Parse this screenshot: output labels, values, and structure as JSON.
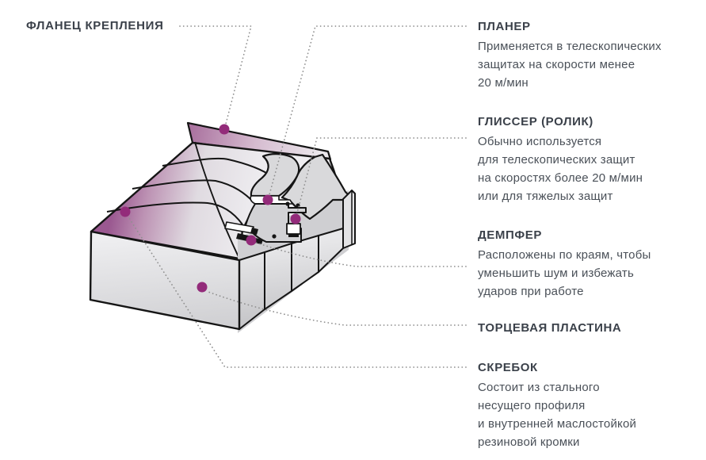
{
  "page": {
    "background": "#ffffff",
    "kind": "labeled technical diagram of a telescopic cover"
  },
  "colors": {
    "marker_dot": "#932b7a",
    "heading_text": "#3b414a",
    "body_text": "#4a5058",
    "leader_line": "#8f8f8f",
    "outline": "#151515",
    "purple_surface": "#9a5890",
    "flange_pink": "#aa729f"
  },
  "flange_label": {
    "title": "ФЛАНЕЦ КРЕПЛЕНИЯ"
  },
  "labels": [
    {
      "id": "planer",
      "title": "ПЛАНЕР",
      "lines": [
        "Применяется в телескопических",
        "защитах на скорости менее",
        "20 м/мин"
      ]
    },
    {
      "id": "glisser",
      "title": "ГЛИССЕР (РОЛИК)",
      "lines": [
        "Обычно используется",
        "для телескопических защит",
        "на скоростях более 20 м/мин",
        "или для тяжелых защит"
      ]
    },
    {
      "id": "damper",
      "title": "ДЕМПФЕР",
      "lines": [
        "Расположены по краям, чтобы",
        "уменьшить шум и избежать",
        "ударов при работе"
      ]
    },
    {
      "id": "endplate",
      "title": "ТОРЦЕВАЯ ПЛАСТИНА",
      "lines": []
    },
    {
      "id": "scraper",
      "title": "СКРЕБОК",
      "lines": [
        "Состоит из стального",
        "несущего профиля",
        "и внутренней маслостойкой",
        "резиновой кромки"
      ]
    }
  ]
}
